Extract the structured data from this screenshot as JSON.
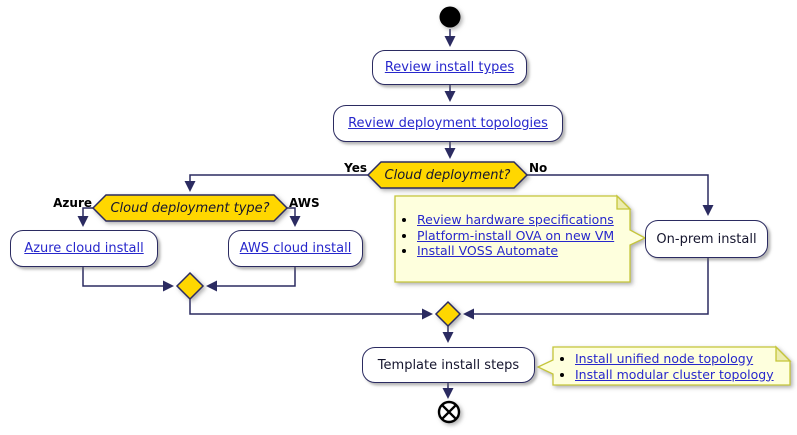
{
  "nodes": {
    "review_install_types": {
      "label": "Review install types"
    },
    "review_deployment_topologies": {
      "label": "Review deployment topologies"
    },
    "cloud_deployment": {
      "question": "Cloud deployment?",
      "yes_label": "Yes",
      "no_label": "No"
    },
    "cloud_deployment_type": {
      "question": "Cloud deployment type?",
      "left_label": "Azure",
      "right_label": "AWS"
    },
    "azure_cloud_install": {
      "label": "Azure cloud install"
    },
    "aws_cloud_install": {
      "label": "AWS cloud install"
    },
    "on_prem_install": {
      "label": "On-prem install"
    },
    "template_install_steps": {
      "label": "Template install steps"
    }
  },
  "notes": {
    "on_prem": {
      "items": [
        "Review hardware specifications",
        "Platform-install OVA on new VM",
        "Install VOSS Automate"
      ]
    },
    "template": {
      "items": [
        "Install unified node topology",
        "Install modular cluster topology"
      ]
    }
  },
  "colors": {
    "decision_fill": "#FFD700",
    "node_border": "#2B2B61",
    "link_text": "#2727CC",
    "note_fill": "#FEFFDD",
    "note_border": "#C5C53A",
    "text": "#15152E"
  }
}
